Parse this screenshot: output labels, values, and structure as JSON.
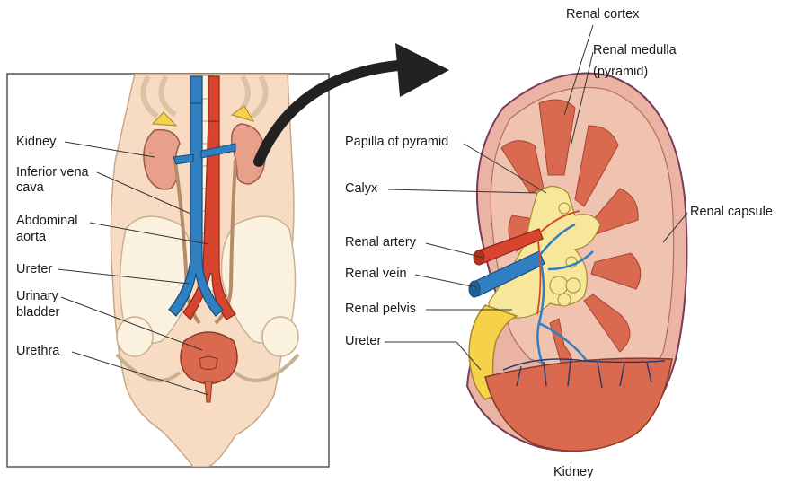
{
  "figure": {
    "left_panel": {
      "labels": {
        "kidney": "Kidney",
        "ivc_line1": "Inferior vena",
        "ivc_line2": "cava",
        "aorta_line1": "Abdominal",
        "aorta_line2": "aorta",
        "ureter": "Ureter",
        "bladder_line1": "Urinary",
        "bladder_line2": "bladder",
        "urethra": "Urethra"
      }
    },
    "right_panel": {
      "labels": {
        "renal_cortex": "Renal cortex",
        "renal_medulla_line1": "Renal medulla",
        "renal_medulla_line2": "(pyramid)",
        "papilla": "Papilla of pyramid",
        "calyx": "Calyx",
        "renal_capsule": "Renal capsule",
        "renal_artery": "Renal artery",
        "renal_vein": "Renal vein",
        "renal_pelvis": "Renal pelvis",
        "ureter": "Ureter",
        "caption": "Kidney"
      }
    },
    "colors": {
      "vein": "#2f7fc1",
      "artery": "#d9442e",
      "kidney": "#e9a08a",
      "pyramid": "#d96a4f",
      "pelvis": "#f6d24a",
      "skin": "#f7dcc3",
      "bone": "#fbf1df"
    }
  }
}
